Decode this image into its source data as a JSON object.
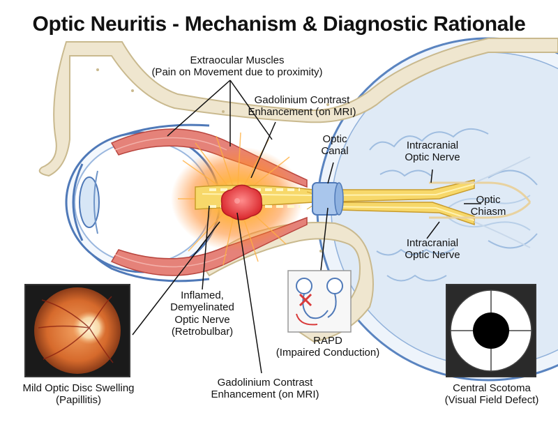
{
  "title": "Optic Neuritis - Mechanism & Diagnostic Rationale",
  "labels": {
    "extraocular": {
      "line1": "Extraocular Muscles",
      "line2": "(Pain on Movement due to proximity)"
    },
    "gad_top": {
      "line1": "Gadolinium Contrast",
      "line2": "Enhancement (on MRI)"
    },
    "optic_canal": {
      "line1": "Optic",
      "line2": "Canal"
    },
    "intracranial_top": {
      "line1": "Intracranial",
      "line2": "Optic Nerve"
    },
    "chiasm": {
      "line1": "Optic",
      "line2": "Chiasm"
    },
    "intracranial_bottom": {
      "line1": "Intracranial",
      "line2": "Optic Nerve"
    },
    "inflamed": {
      "line1": "Inflamed,",
      "line2": "Demyelinated",
      "line3": "Optic Nerve",
      "line4": "(Retrobulbar)"
    },
    "rapd": {
      "line1": "RAPD",
      "line2": "(Impaired Conduction)"
    },
    "gad_bottom": {
      "line1": "Gadolinium Contrast",
      "line2": "Enhancement (on MRI)"
    },
    "disc_swelling": {
      "line1": "Mild Optic Disc Swelling",
      "line2": "(Papillitis)"
    },
    "scotoma": {
      "line1": "Central Scotoma",
      "line2": "(Visual Field Defect)"
    }
  },
  "colors": {
    "bone": "#efe6cf",
    "brain": "#dfeaf6",
    "eye_outline": "#4f79b8",
    "muscle": "#d9544b",
    "nerve": "#f2c94c",
    "inflammation": "#ff9a2e",
    "lesion": "#e83a3a"
  }
}
